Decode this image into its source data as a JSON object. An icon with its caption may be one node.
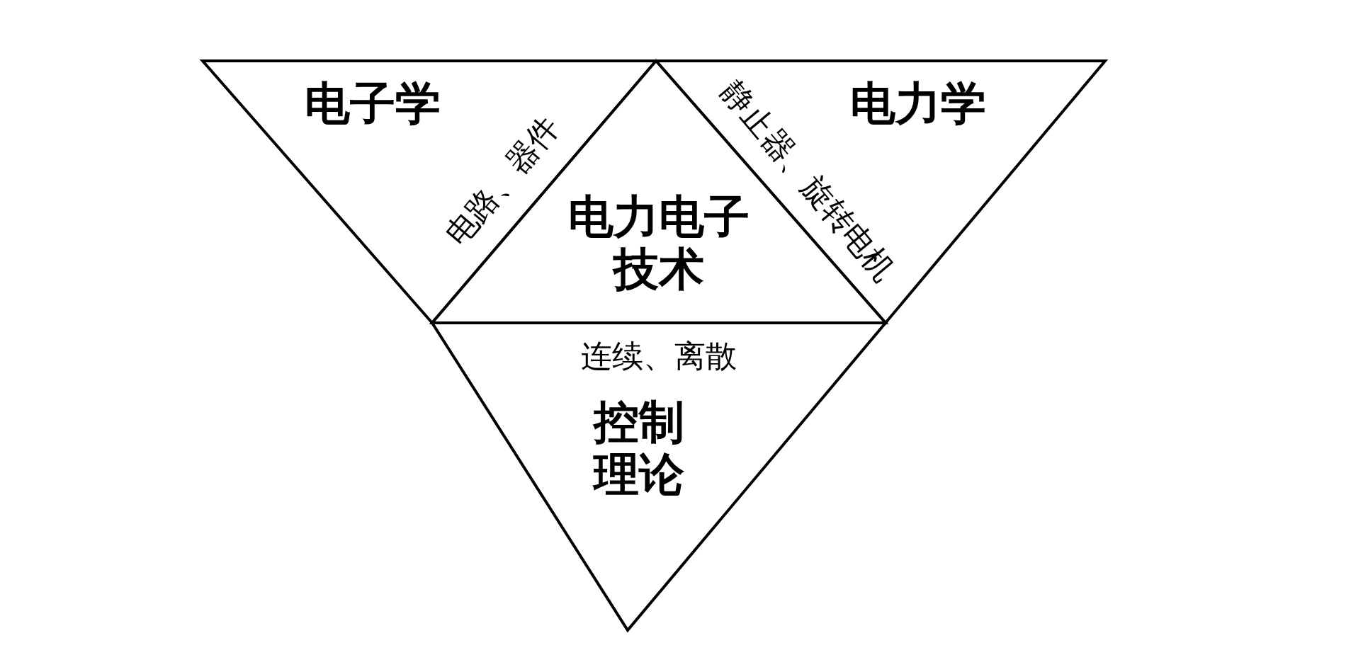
{
  "diagram": {
    "nodes": [
      {
        "text": [
          "电子学"
        ]
      },
      {
        "text": [
          "电力学"
        ]
      },
      {
        "text": [
          "电力电子技术"
        ]
      },
      {
        "text": [
          "控制理论"
        ]
      }
    ],
    "labels": [
      "电路、器件",
      "静止器、旋转电机",
      "连续、离散"
    ]
  }
}
